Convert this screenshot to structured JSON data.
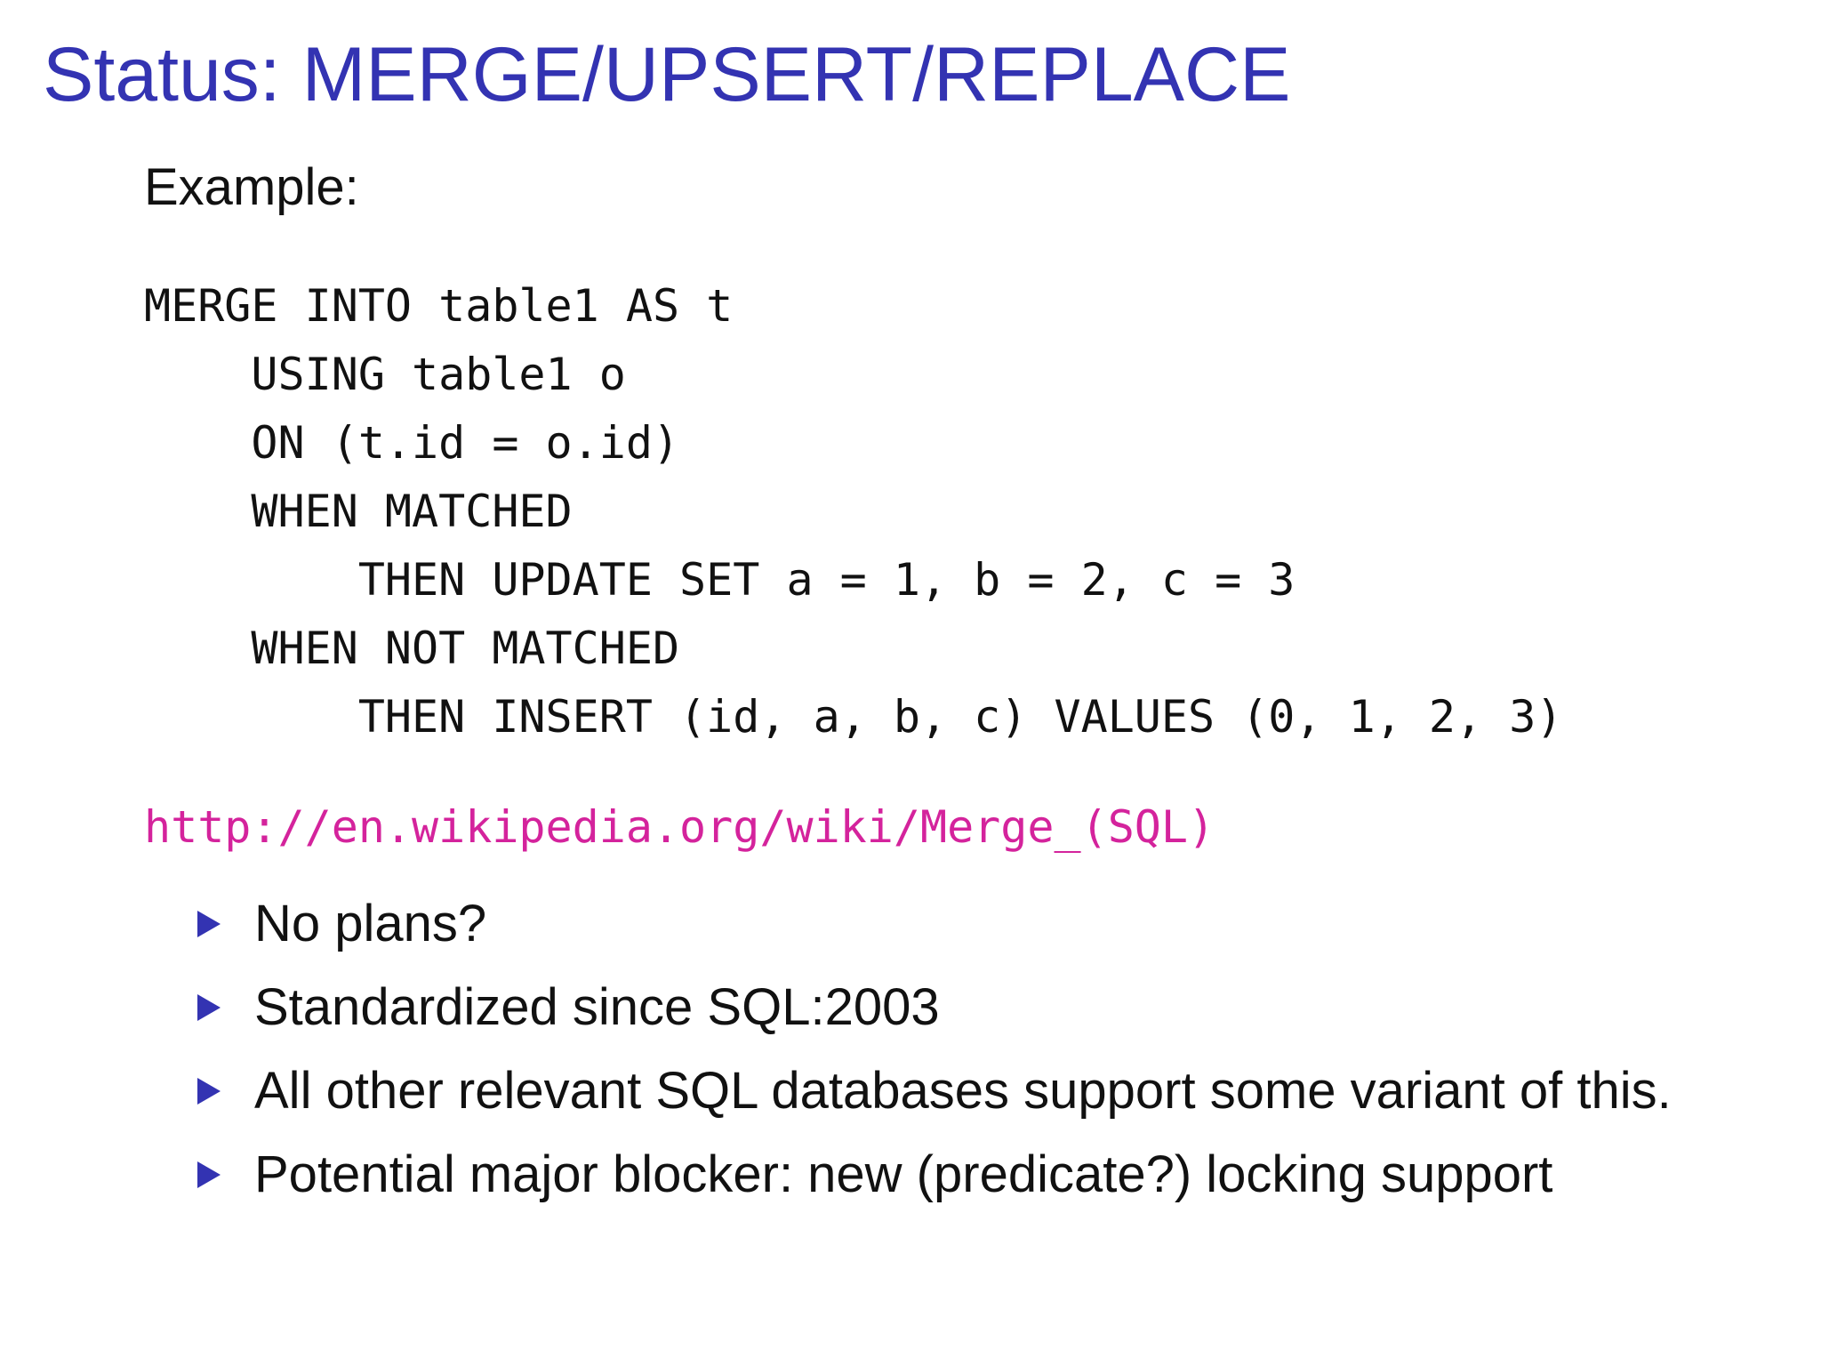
{
  "slide": {
    "title": "Status: MERGE/UPSERT/REPLACE",
    "example_label": "Example:",
    "code_lines": [
      "MERGE INTO table1 AS t",
      "    USING table1 o",
      "    ON (t.id = o.id)",
      "    WHEN MATCHED",
      "        THEN UPDATE SET a = 1, b = 2, c = 3",
      "    WHEN NOT MATCHED",
      "        THEN INSERT (id, a, b, c) VALUES (0, 1, 2, 3)"
    ],
    "link": "http://en.wikipedia.org/wiki/Merge_(SQL)",
    "bullets": [
      "No plans?",
      "Standardized since SQL:2003",
      "All other relevant SQL databases support some variant of this.",
      "Potential major blocker: new (predicate?) locking support"
    ]
  },
  "colors": {
    "title": "#3333b2",
    "link": "#d4239c",
    "bullet_marker": "#3333b2",
    "text": "#111111",
    "background": "#ffffff"
  },
  "icons": {
    "bullet_marker": "triangle-right-icon"
  }
}
